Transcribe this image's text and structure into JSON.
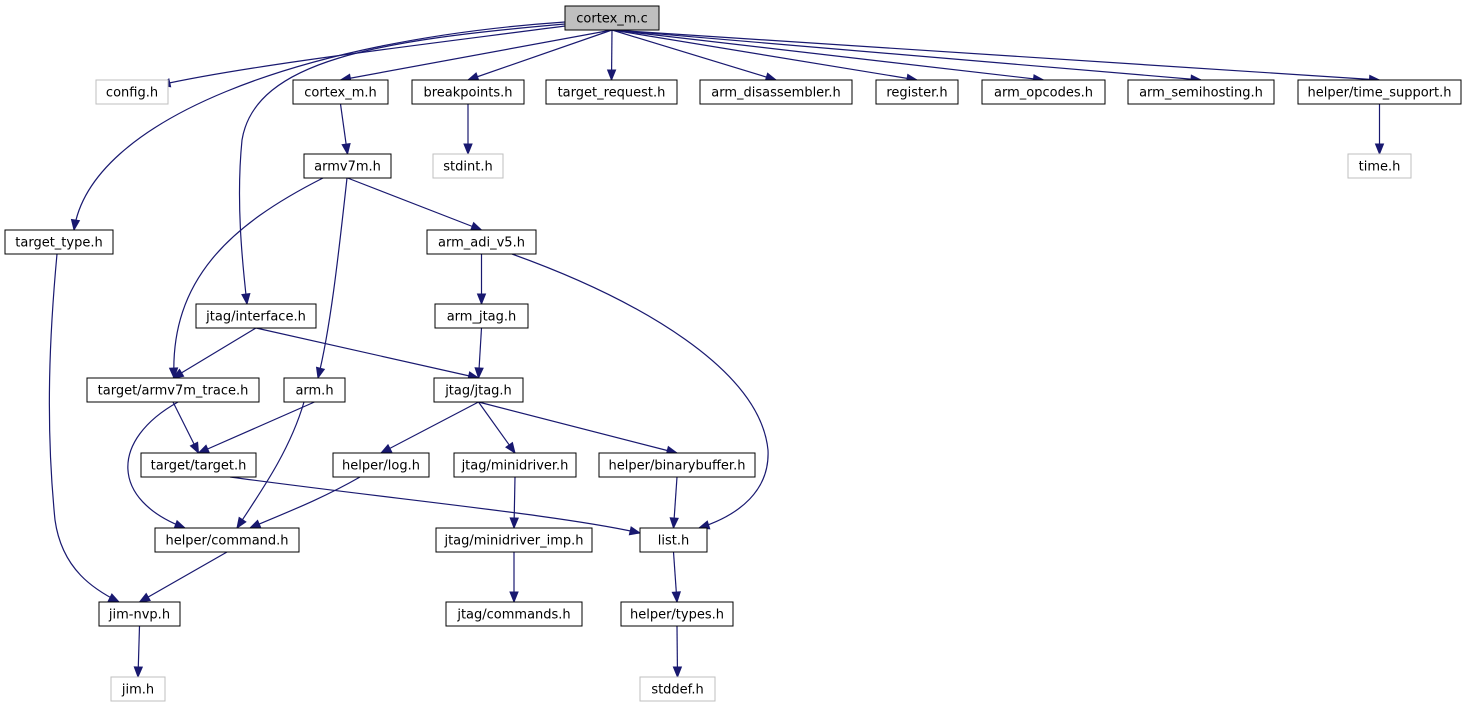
{
  "colors": {
    "edge": "#191970",
    "border": "#000000",
    "external_border": "#bfbfbf",
    "root_fill": "#bfbfbf",
    "fill": "#ffffff",
    "text": "#000000",
    "background": "#ffffff"
  },
  "nodes": {
    "cortex_m_c": {
      "label": "cortex_m.c",
      "kind": "root"
    },
    "config_h": {
      "label": "config.h",
      "kind": "external"
    },
    "cortex_m_h": {
      "label": "cortex_m.h",
      "kind": "header"
    },
    "breakpoints_h": {
      "label": "breakpoints.h",
      "kind": "header"
    },
    "target_request_h": {
      "label": "target_request.h",
      "kind": "header"
    },
    "arm_disassembler_h": {
      "label": "arm_disassembler.h",
      "kind": "header"
    },
    "register_h": {
      "label": "register.h",
      "kind": "header"
    },
    "arm_opcodes_h": {
      "label": "arm_opcodes.h",
      "kind": "header"
    },
    "arm_semihosting_h": {
      "label": "arm_semihosting.h",
      "kind": "header"
    },
    "time_support_h": {
      "label": "helper/time_support.h",
      "kind": "header"
    },
    "armv7m_h": {
      "label": "armv7m.h",
      "kind": "header"
    },
    "stdint_h": {
      "label": "stdint.h",
      "kind": "external"
    },
    "time_h": {
      "label": "time.h",
      "kind": "external"
    },
    "target_type_h": {
      "label": "target_type.h",
      "kind": "header"
    },
    "arm_adi_v5_h": {
      "label": "arm_adi_v5.h",
      "kind": "header"
    },
    "jtag_interface_h": {
      "label": "jtag/interface.h",
      "kind": "header"
    },
    "arm_jtag_h": {
      "label": "arm_jtag.h",
      "kind": "header"
    },
    "armv7m_trace_h": {
      "label": "target/armv7m_trace.h",
      "kind": "header"
    },
    "arm_h": {
      "label": "arm.h",
      "kind": "header"
    },
    "jtag_jtag_h": {
      "label": "jtag/jtag.h",
      "kind": "header"
    },
    "helper_log_h": {
      "label": "helper/log.h",
      "kind": "header"
    },
    "target_target_h": {
      "label": "target/target.h",
      "kind": "header"
    },
    "jtag_minidriver_h": {
      "label": "jtag/minidriver.h",
      "kind": "header"
    },
    "binarybuffer_h": {
      "label": "helper/binarybuffer.h",
      "kind": "header"
    },
    "helper_command_h": {
      "label": "helper/command.h",
      "kind": "header"
    },
    "minidriver_imp_h": {
      "label": "jtag/minidriver_imp.h",
      "kind": "header"
    },
    "list_h": {
      "label": "list.h",
      "kind": "header"
    },
    "jim_nvp_h": {
      "label": "jim-nvp.h",
      "kind": "header"
    },
    "jtag_commands_h": {
      "label": "jtag/commands.h",
      "kind": "header"
    },
    "helper_types_h": {
      "label": "helper/types.h",
      "kind": "header"
    },
    "jim_h": {
      "label": "jim.h",
      "kind": "external"
    },
    "stddef_h": {
      "label": "stddef.h",
      "kind": "external"
    }
  },
  "edges": [
    [
      "cortex_m_c",
      "config_h"
    ],
    [
      "cortex_m_c",
      "target_type_h"
    ],
    [
      "cortex_m_c",
      "jtag_interface_h"
    ],
    [
      "cortex_m_c",
      "cortex_m_h"
    ],
    [
      "cortex_m_c",
      "breakpoints_h"
    ],
    [
      "cortex_m_c",
      "target_request_h"
    ],
    [
      "cortex_m_c",
      "arm_disassembler_h"
    ],
    [
      "cortex_m_c",
      "register_h"
    ],
    [
      "cortex_m_c",
      "arm_opcodes_h"
    ],
    [
      "cortex_m_c",
      "arm_semihosting_h"
    ],
    [
      "cortex_m_c",
      "time_support_h"
    ],
    [
      "cortex_m_h",
      "armv7m_h"
    ],
    [
      "breakpoints_h",
      "stdint_h"
    ],
    [
      "time_support_h",
      "time_h"
    ],
    [
      "armv7m_h",
      "armv7m_trace_h"
    ],
    [
      "armv7m_h",
      "arm_h"
    ],
    [
      "armv7m_h",
      "arm_adi_v5_h"
    ],
    [
      "target_type_h",
      "jim_nvp_h"
    ],
    [
      "arm_adi_v5_h",
      "arm_jtag_h"
    ],
    [
      "arm_adi_v5_h",
      "list_h"
    ],
    [
      "jtag_interface_h",
      "armv7m_trace_h"
    ],
    [
      "jtag_interface_h",
      "jtag_jtag_h"
    ],
    [
      "arm_jtag_h",
      "jtag_jtag_h"
    ],
    [
      "armv7m_trace_h",
      "target_target_h"
    ],
    [
      "armv7m_trace_h",
      "helper_command_h"
    ],
    [
      "arm_h",
      "target_target_h"
    ],
    [
      "arm_h",
      "helper_command_h"
    ],
    [
      "jtag_jtag_h",
      "helper_log_h"
    ],
    [
      "jtag_jtag_h",
      "jtag_minidriver_h"
    ],
    [
      "jtag_jtag_h",
      "binarybuffer_h"
    ],
    [
      "target_target_h",
      "list_h"
    ],
    [
      "helper_log_h",
      "helper_command_h"
    ],
    [
      "jtag_minidriver_h",
      "minidriver_imp_h"
    ],
    [
      "binarybuffer_h",
      "list_h"
    ],
    [
      "helper_command_h",
      "jim_nvp_h"
    ],
    [
      "minidriver_imp_h",
      "jtag_commands_h"
    ],
    [
      "list_h",
      "helper_types_h"
    ],
    [
      "jim_nvp_h",
      "jim_h"
    ],
    [
      "helper_types_h",
      "stddef_h"
    ]
  ]
}
